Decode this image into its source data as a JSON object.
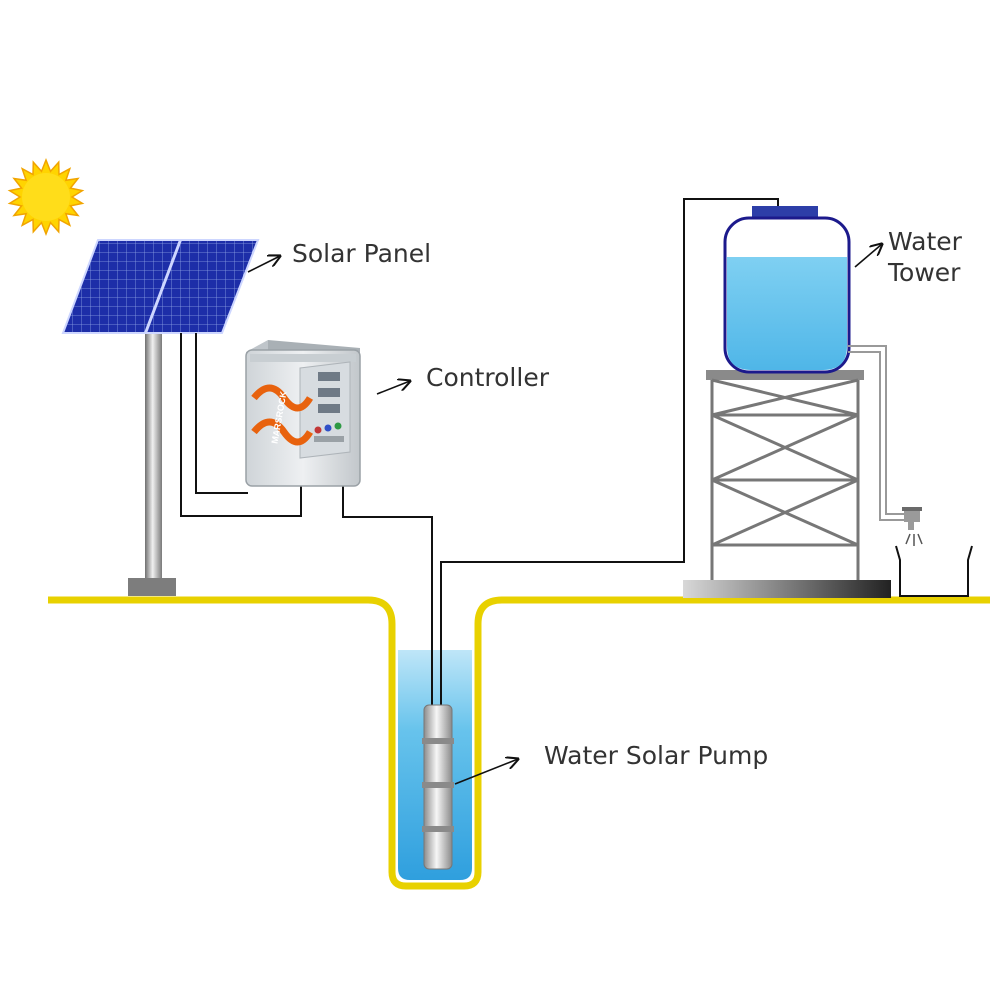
{
  "labels": {
    "solar_panel": "Solar Panel",
    "controller": "Controller",
    "water_tower_line1": "Water",
    "water_tower_line2": "Tower",
    "pump": "Water Solar Pump"
  },
  "controller_brand": "MARSROCK",
  "colors": {
    "ground": "#e8d100",
    "water": "#67c3ec",
    "sun": "#ffd400",
    "panel_cell": "#1d2ea8",
    "tank_outline": "#1c1a8c",
    "controller_body": "#dfe3e6"
  }
}
